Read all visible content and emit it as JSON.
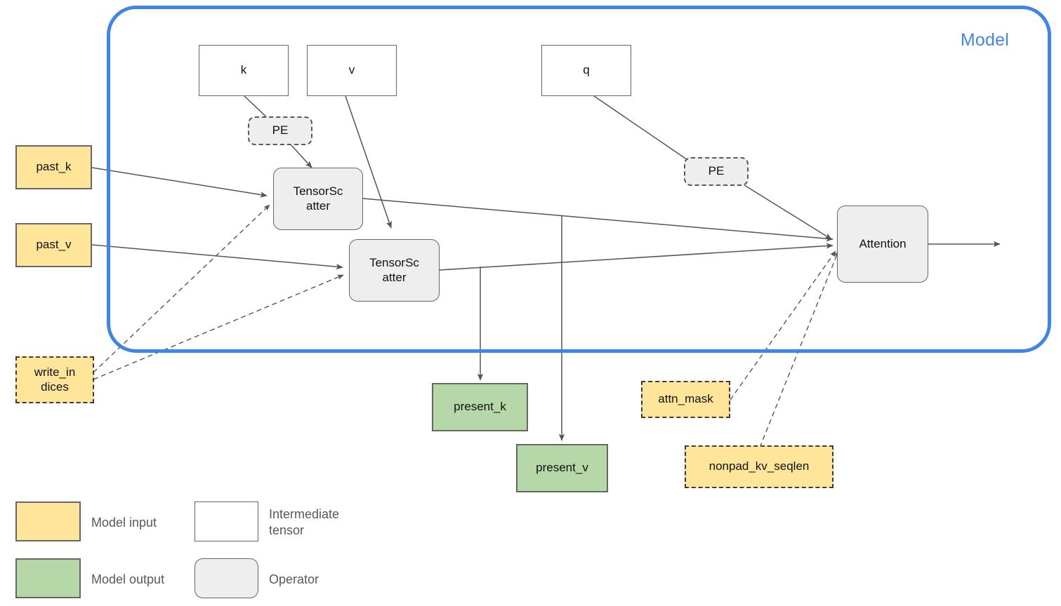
{
  "diagram": {
    "title": "Model",
    "group_label": "Model",
    "group_color": "#4285f4"
  },
  "colors": {
    "model_input_fill": "#ffe599",
    "model_output_fill": "#b6d7a8",
    "operator_fill": "#eeeeee",
    "intermediate_fill": "#ffffff",
    "node_stroke": "#666666",
    "edge_stroke": "#555555",
    "group_stroke": "#3d85e8",
    "legend_text": "#595959"
  },
  "nodes": {
    "k": "k",
    "v": "v",
    "q": "q",
    "pe_k": "PE",
    "pe_q": "PE",
    "past_k": "past_k",
    "past_v": "past_v",
    "write_indices": "write_in\ndices",
    "tensor_scatter_k": "TensorSc\natter",
    "tensor_scatter_v": "TensorSc\natter",
    "attention": "Attention",
    "present_k": "present_k",
    "present_v": "present_v",
    "attn_mask": "attn_mask",
    "nonpad_kv_seqlen": "nonpad_kv_seqlen"
  },
  "legend": {
    "items": [
      {
        "label": "Model input",
        "kind": "model-input",
        "fill": "#ffe599"
      },
      {
        "label": "Intermediate\ntensor",
        "kind": "intermediate-tensor",
        "fill": "#ffffff"
      },
      {
        "label": "Model output",
        "kind": "model-output",
        "fill": "#b6d7a8"
      },
      {
        "label": "Operator",
        "kind": "operator",
        "fill": "#eeeeee"
      }
    ]
  }
}
